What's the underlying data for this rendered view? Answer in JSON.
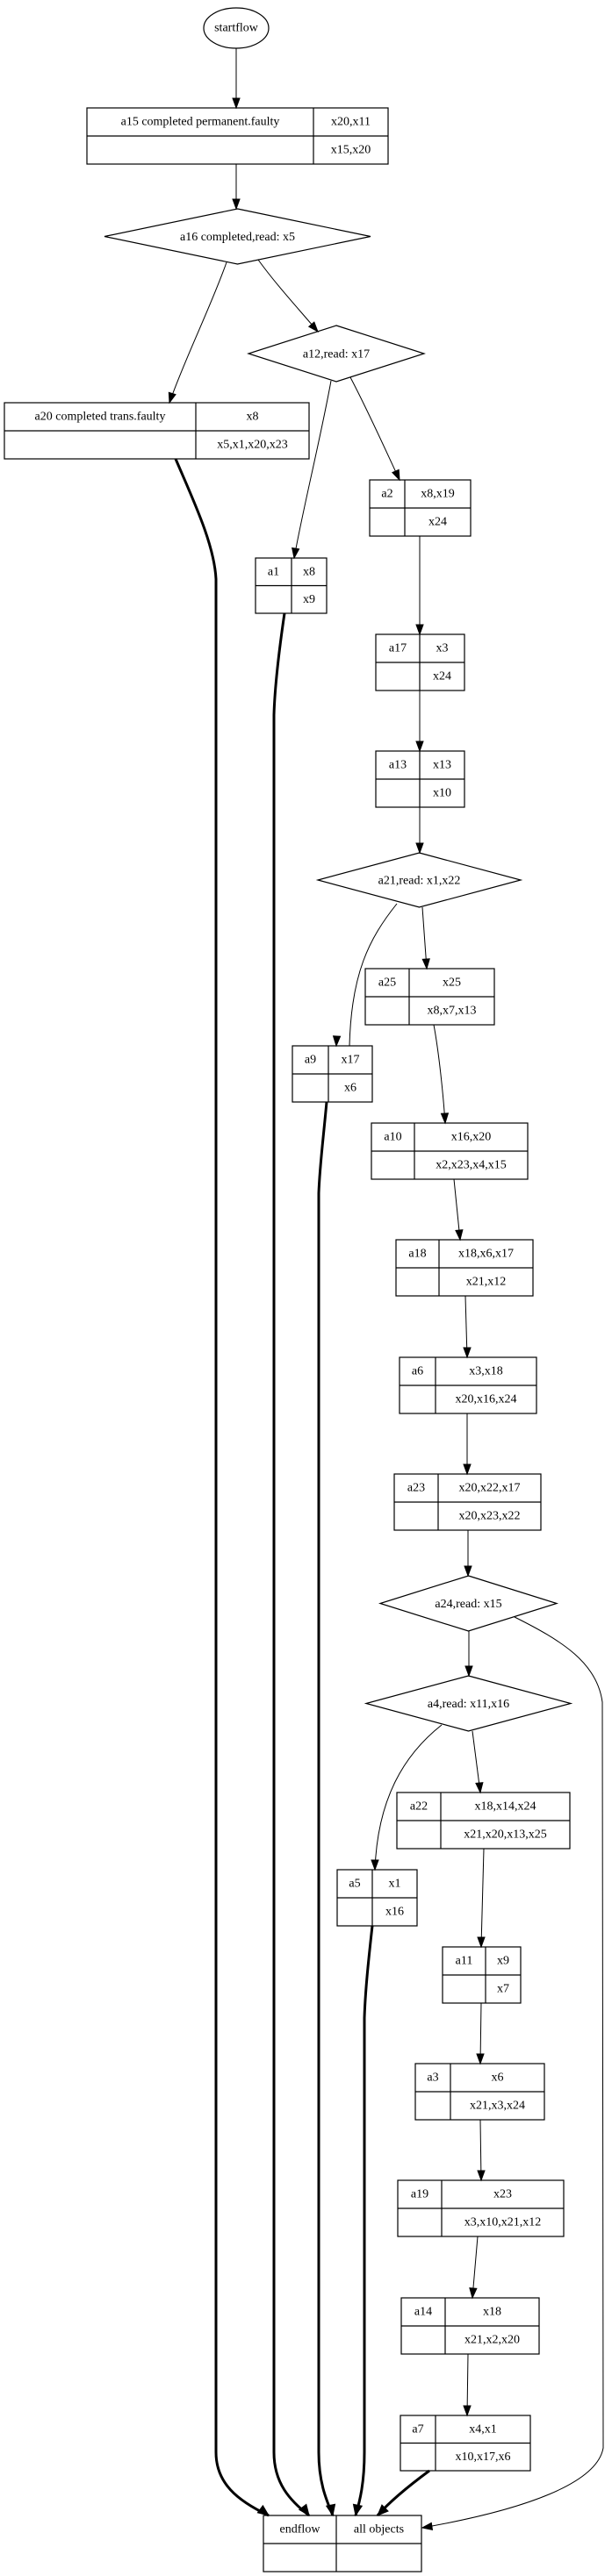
{
  "diagram": {
    "start": {
      "id": "startflow",
      "label": "startflow"
    },
    "decisions": [
      {
        "id": "a16",
        "label": "a16 completed,read: x5"
      },
      {
        "id": "a12",
        "label": "a12,read: x17"
      },
      {
        "id": "a21",
        "label": "a21,read: x1,x22"
      },
      {
        "id": "a24",
        "label": "a24,read: x15"
      },
      {
        "id": "a4",
        "label": "a4,read: x11,x16"
      }
    ],
    "activities": [
      {
        "id": "a15",
        "name": "a15 completed permanent.faulty",
        "reads": "x20,x11",
        "writes": "x15,x20"
      },
      {
        "id": "a20",
        "name": "a20 completed trans.faulty",
        "reads": "x8",
        "writes": "x5,x1,x20,x23"
      },
      {
        "id": "a2",
        "name": "a2",
        "reads": "x8,x19",
        "writes": "x24"
      },
      {
        "id": "a1",
        "name": "a1",
        "reads": "x8",
        "writes": "x9"
      },
      {
        "id": "a17",
        "name": "a17",
        "reads": "x3",
        "writes": "x24"
      },
      {
        "id": "a13",
        "name": "a13",
        "reads": "x13",
        "writes": "x10"
      },
      {
        "id": "a25",
        "name": "a25",
        "reads": "x25",
        "writes": "x8,x7,x13"
      },
      {
        "id": "a9",
        "name": "a9",
        "reads": "x17",
        "writes": "x6"
      },
      {
        "id": "a10",
        "name": "a10",
        "reads": "x16,x20",
        "writes": "x2,x23,x4,x15"
      },
      {
        "id": "a18",
        "name": "a18",
        "reads": "x18,x6,x17",
        "writes": "x21,x12"
      },
      {
        "id": "a6",
        "name": "a6",
        "reads": "x3,x18",
        "writes": "x20,x16,x24"
      },
      {
        "id": "a23",
        "name": "a23",
        "reads": "x20,x22,x17",
        "writes": "x20,x23,x22"
      },
      {
        "id": "a22",
        "name": "a22",
        "reads": "x18,x14,x24",
        "writes": "x21,x20,x13,x25"
      },
      {
        "id": "a5",
        "name": "a5",
        "reads": "x1",
        "writes": "x16"
      },
      {
        "id": "a11",
        "name": "a11",
        "reads": "x9",
        "writes": "x7"
      },
      {
        "id": "a3",
        "name": "a3",
        "reads": "x6",
        "writes": "x21,x3,x24"
      },
      {
        "id": "a19",
        "name": "a19",
        "reads": "x23",
        "writes": "x3,x10,x21,x12"
      },
      {
        "id": "a14",
        "name": "a14",
        "reads": "x18",
        "writes": "x21,x2,x20"
      },
      {
        "id": "a7",
        "name": "a7",
        "reads": "x4,x1",
        "writes": "x10,x17,x6"
      }
    ],
    "end": {
      "id": "endflow",
      "name": "endflow",
      "reads": "all objects",
      "writes": ""
    },
    "edges": [
      {
        "from": "startflow",
        "to": "a15"
      },
      {
        "from": "a15",
        "to": "a16"
      },
      {
        "from": "a16",
        "to": "a20"
      },
      {
        "from": "a16",
        "to": "a12"
      },
      {
        "from": "a12",
        "to": "a1"
      },
      {
        "from": "a12",
        "to": "a2"
      },
      {
        "from": "a2",
        "to": "a17"
      },
      {
        "from": "a17",
        "to": "a13"
      },
      {
        "from": "a13",
        "to": "a21"
      },
      {
        "from": "a21",
        "to": "a9"
      },
      {
        "from": "a21",
        "to": "a25"
      },
      {
        "from": "a25",
        "to": "a10"
      },
      {
        "from": "a10",
        "to": "a18"
      },
      {
        "from": "a18",
        "to": "a6"
      },
      {
        "from": "a6",
        "to": "a23"
      },
      {
        "from": "a23",
        "to": "a24"
      },
      {
        "from": "a24",
        "to": "a4"
      },
      {
        "from": "a24",
        "to": "endflow"
      },
      {
        "from": "a4",
        "to": "a5"
      },
      {
        "from": "a4",
        "to": "a22"
      },
      {
        "from": "a22",
        "to": "a11"
      },
      {
        "from": "a11",
        "to": "a3"
      },
      {
        "from": "a3",
        "to": "a19"
      },
      {
        "from": "a19",
        "to": "a14"
      },
      {
        "from": "a14",
        "to": "a7"
      },
      {
        "from": "a20",
        "to": "endflow",
        "style": "bold"
      },
      {
        "from": "a1",
        "to": "endflow",
        "style": "bold"
      },
      {
        "from": "a9",
        "to": "endflow",
        "style": "bold"
      },
      {
        "from": "a5",
        "to": "endflow",
        "style": "bold"
      },
      {
        "from": "a7",
        "to": "endflow",
        "style": "bold"
      }
    ]
  }
}
